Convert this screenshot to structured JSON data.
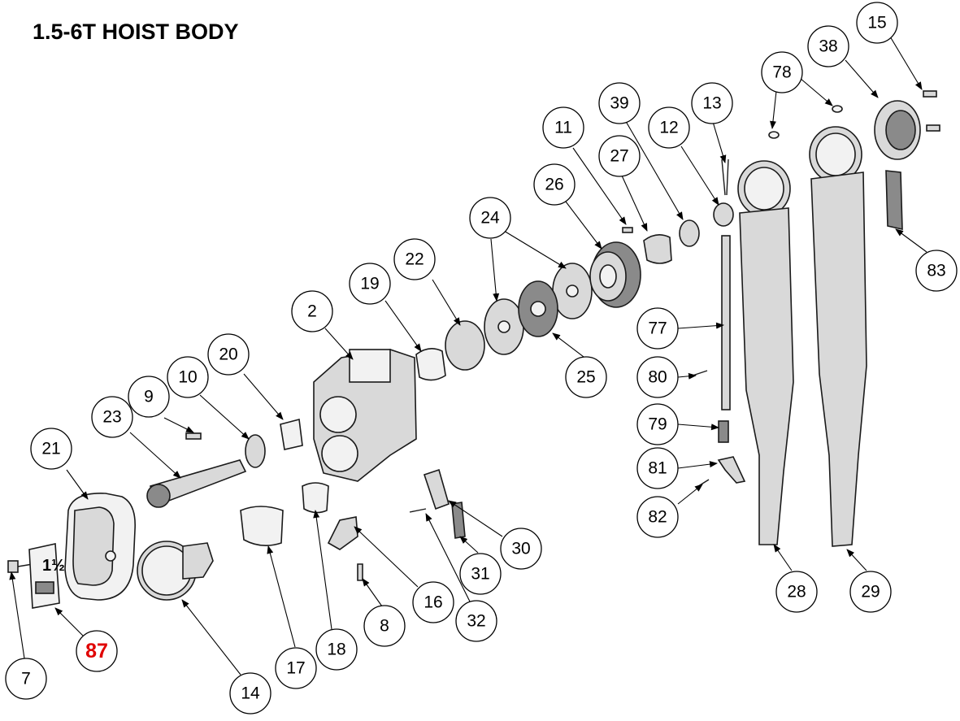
{
  "title": "1.5-6T HOIST BODY",
  "callouts": [
    {
      "label": "2"
    },
    {
      "label": "7"
    },
    {
      "label": "8"
    },
    {
      "label": "9"
    },
    {
      "label": "10"
    },
    {
      "label": "11"
    },
    {
      "label": "12"
    },
    {
      "label": "13"
    },
    {
      "label": "14"
    },
    {
      "label": "15"
    },
    {
      "label": "16"
    },
    {
      "label": "17"
    },
    {
      "label": "18"
    },
    {
      "label": "19"
    },
    {
      "label": "20"
    },
    {
      "label": "21"
    },
    {
      "label": "22"
    },
    {
      "label": "23"
    },
    {
      "label": "24"
    },
    {
      "label": "25"
    },
    {
      "label": "26"
    },
    {
      "label": "27"
    },
    {
      "label": "28"
    },
    {
      "label": "29"
    },
    {
      "label": "30"
    },
    {
      "label": "31"
    },
    {
      "label": "32"
    },
    {
      "label": "38"
    },
    {
      "label": "39"
    },
    {
      "label": "77"
    },
    {
      "label": "78"
    },
    {
      "label": "79"
    },
    {
      "label": "80"
    },
    {
      "label": "81"
    },
    {
      "label": "82"
    },
    {
      "label": "83"
    },
    {
      "label": "87",
      "highlight": true
    }
  ],
  "colors": {
    "highlight": "#e00000",
    "line": "#000000"
  }
}
